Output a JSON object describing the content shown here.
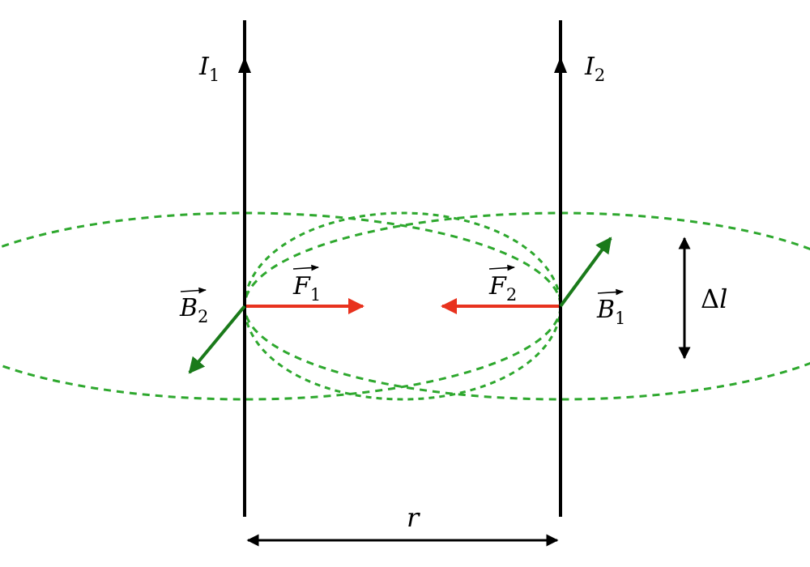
{
  "colors": {
    "wire": "#000000",
    "field": "#2ea82e",
    "field_vector": "#1a7a1a",
    "force": "#e8321e",
    "dimension": "#000000"
  },
  "wire_1": {
    "symbol": "I",
    "subscript": "1"
  },
  "wire_2": {
    "symbol": "I",
    "subscript": "2"
  },
  "force_1": {
    "symbol": "F",
    "subscript": "1"
  },
  "force_2": {
    "symbol": "F",
    "subscript": "2"
  },
  "field_1": {
    "symbol": "B",
    "subscript": "1"
  },
  "field_2": {
    "symbol": "B",
    "subscript": "2"
  },
  "separation": {
    "symbol": "r"
  },
  "segment_length": {
    "delta": "Δ",
    "symbol": "l"
  }
}
